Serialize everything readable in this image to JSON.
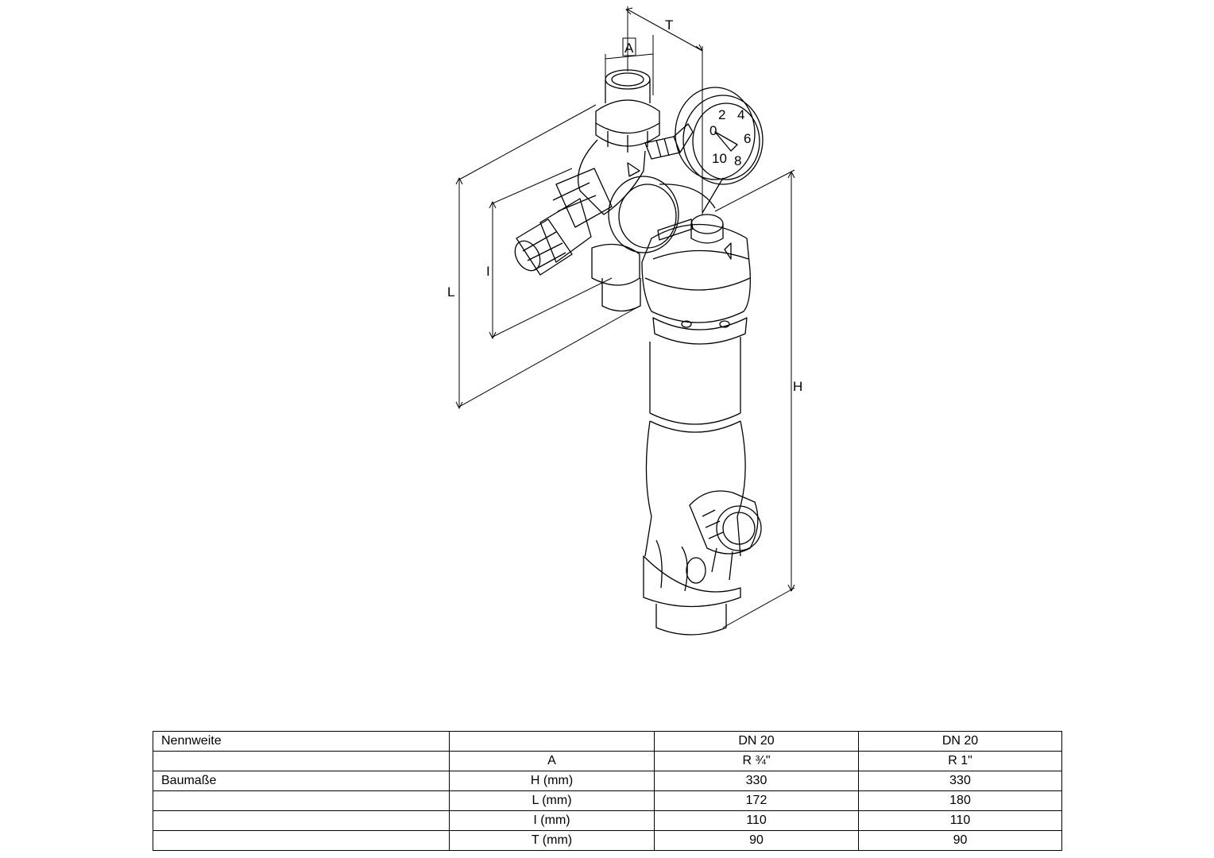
{
  "dimension_labels": {
    "A": "A",
    "T": "T",
    "L": "L",
    "I": "I",
    "H": "H"
  },
  "gauge_ticks": [
    "0",
    "2",
    "4",
    "6",
    "8",
    "10"
  ],
  "table": {
    "header_label": "Nennweite",
    "size_label": "Baumaße",
    "columns": [
      "DN 20",
      "DN 20"
    ],
    "rows": [
      {
        "label": "A",
        "values": [
          "R ¾\"",
          "R 1\""
        ]
      },
      {
        "label": "H (mm)",
        "values": [
          "330",
          "330"
        ]
      },
      {
        "label": "L (mm)",
        "values": [
          "172",
          "180"
        ]
      },
      {
        "label": "I (mm)",
        "values": [
          "110",
          "110"
        ]
      },
      {
        "label": "T (mm)",
        "values": [
          "90",
          "90"
        ]
      }
    ]
  }
}
